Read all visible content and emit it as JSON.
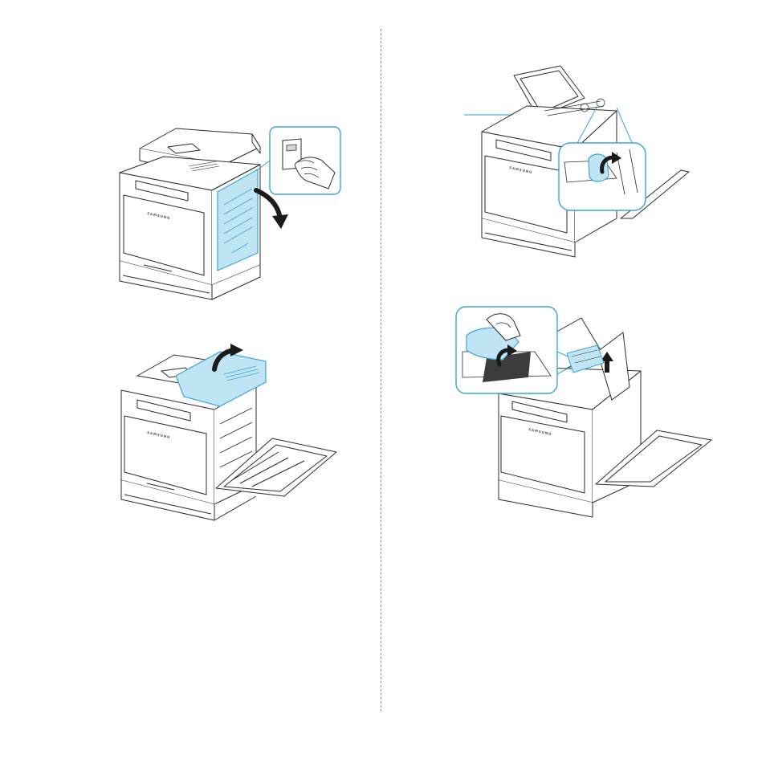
{
  "brand": "SAMSUNG",
  "colors": {
    "highlight_fill": "#bfe4f3",
    "highlight_stroke": "#3aa7d2",
    "line": "#2b2b2b",
    "arrow": "#1a1a1a",
    "divider": "#8c8c8c",
    "callout_leader": "#2a9dc6"
  },
  "figures": [
    {
      "caption": "",
      "icons": [
        "printer-icon",
        "side-cover-highlight",
        "hand-latch-icon",
        "curved-arrow-down-icon"
      ]
    },
    {
      "caption": "",
      "icons": [
        "printer-icon",
        "top-cover-highlight",
        "curved-arrow-up-icon",
        "open-side-cover"
      ]
    },
    {
      "caption": "",
      "icons": [
        "printer-icon",
        "fuser-lever-magnifier",
        "curved-arrow-icon",
        "callout-leader"
      ]
    },
    {
      "caption": "",
      "icons": [
        "printer-icon",
        "hand-pull-magnifier",
        "paper-sheet-icon",
        "arrow-up-icon"
      ]
    }
  ]
}
